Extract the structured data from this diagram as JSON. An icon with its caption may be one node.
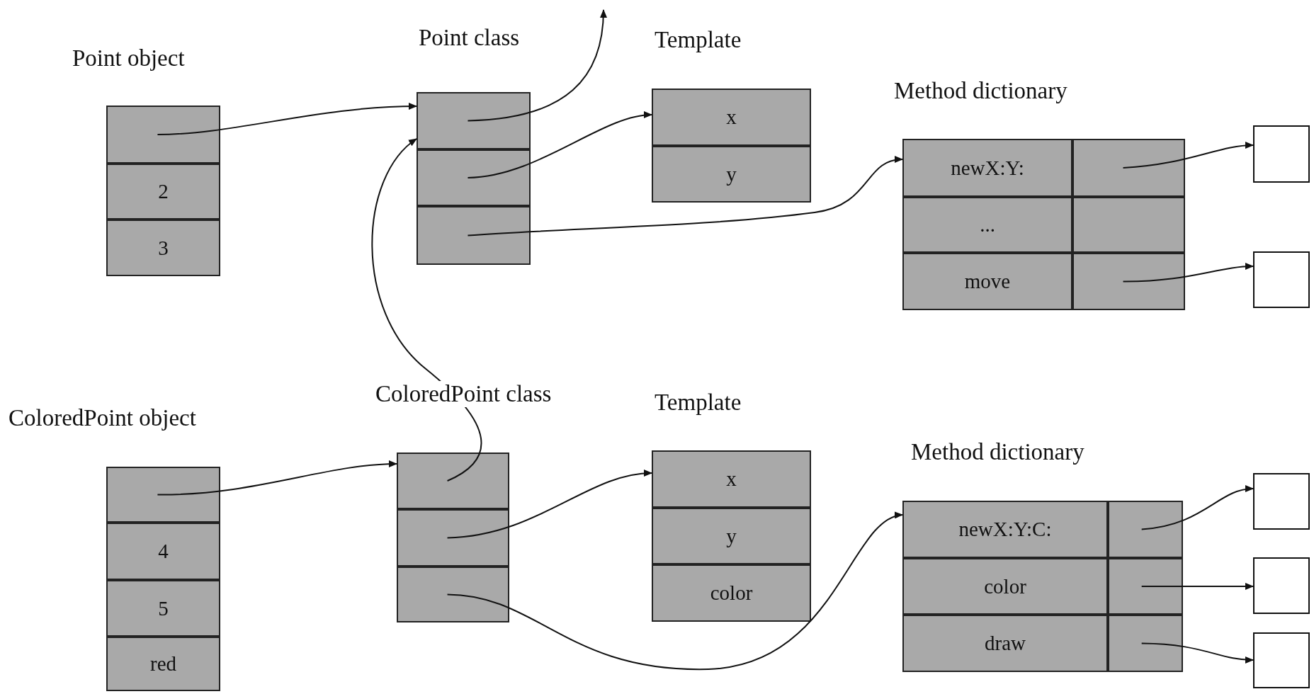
{
  "diagram": {
    "nodes": [
      {
        "text": [
          "Point object"
        ]
      },
      {
        "text": [],
        "shape": "box",
        "in": 0
      },
      {
        "text": [
          "2"
        ],
        "in": 0
      },
      {
        "text": [
          "3"
        ],
        "in": 0
      },
      {
        "text": [
          "Point class"
        ]
      },
      {
        "text": [],
        "shape": "box",
        "in": 4
      },
      {
        "text": [],
        "shape": "box",
        "in": 4
      },
      {
        "text": [],
        "shape": "box",
        "in": 4
      },
      {
        "text": [
          "Template"
        ]
      },
      {
        "text": [
          "x"
        ],
        "in": 8
      },
      {
        "text": [
          "y"
        ],
        "in": 8
      },
      {
        "text": [
          "Method dictionary"
        ]
      },
      {
        "text": [
          "newX:Y:"
        ],
        "in": 11
      },
      {
        "text": [],
        "shape": "box",
        "in": 11
      },
      {
        "text": [
          "..."
        ],
        "in": 11
      },
      {
        "text": [],
        "shape": "box",
        "in": 11
      },
      {
        "text": [
          "move"
        ],
        "in": 11
      },
      {
        "text": [],
        "shape": "box",
        "in": 11
      },
      {
        "text": [],
        "shape": "box"
      },
      {
        "text": [],
        "shape": "box"
      },
      {
        "text": [
          "ColoredPoint object"
        ]
      },
      {
        "text": [],
        "shape": "box",
        "in": 20
      },
      {
        "text": [
          "4"
        ],
        "in": 20
      },
      {
        "text": [
          "5"
        ],
        "in": 20
      },
      {
        "text": [
          "red"
        ],
        "in": 20
      },
      {
        "text": [
          "ColoredPoint class"
        ]
      },
      {
        "text": [],
        "shape": "box",
        "in": 25
      },
      {
        "text": [],
        "shape": "box",
        "in": 25
      },
      {
        "text": [],
        "shape": "box",
        "in": 25
      },
      {
        "text": [
          "Template"
        ]
      },
      {
        "text": [
          "x"
        ],
        "in": 29
      },
      {
        "text": [
          "y"
        ],
        "in": 29
      },
      {
        "text": [
          "color"
        ],
        "in": 29
      },
      {
        "text": [
          "Method dictionary"
        ]
      },
      {
        "text": [
          "newX:Y:C:"
        ],
        "in": 33
      },
      {
        "text": [],
        "shape": "box",
        "in": 33
      },
      {
        "text": [
          "color"
        ],
        "in": 33
      },
      {
        "text": [],
        "shape": "box",
        "in": 33
      },
      {
        "text": [
          "draw"
        ],
        "in": 33
      },
      {
        "text": [],
        "shape": "box",
        "in": 33
      },
      {
        "text": [],
        "shape": "box"
      },
      {
        "text": [],
        "shape": "box"
      },
      {
        "text": [],
        "shape": "box"
      }
    ],
    "edges": [
      {
        "from": 1,
        "to": 5,
        "arrow": "to"
      },
      {
        "from": 5,
        "to": null,
        "arrow": "to"
      },
      {
        "from": 6,
        "to": 9,
        "arrow": "to"
      },
      {
        "from": 7,
        "to": 12,
        "arrow": "to"
      },
      {
        "from": 13,
        "to": 18,
        "arrow": "to"
      },
      {
        "from": 17,
        "to": 19,
        "arrow": "to"
      },
      {
        "from": 21,
        "to": 26,
        "arrow": "to"
      },
      {
        "from": 26,
        "to": 5,
        "arrow": "to"
      },
      {
        "from": 27,
        "to": 30,
        "arrow": "to"
      },
      {
        "from": 28,
        "to": 34,
        "arrow": "to"
      },
      {
        "from": 35,
        "to": 40,
        "arrow": "to"
      },
      {
        "from": 37,
        "to": 41,
        "arrow": "to"
      },
      {
        "from": 39,
        "to": 42,
        "arrow": "to"
      }
    ]
  }
}
